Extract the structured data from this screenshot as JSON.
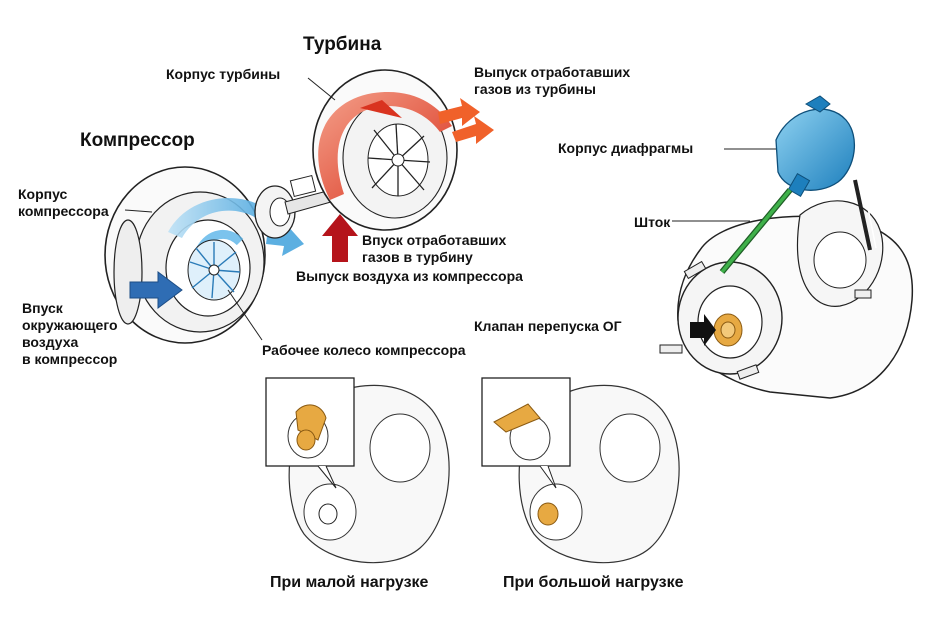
{
  "titles": {
    "turbine": "Турбина",
    "compressor": "Компрессор"
  },
  "labels": {
    "turbine_housing": "Корпус турбины",
    "turbine_exhaust": "Выпуск отработавших\nгазов из турбины",
    "diaphragm_housing": "Корпус диафрагмы",
    "compressor_housing": "Корпус\nкомпрессора",
    "rod": "Шток",
    "exhaust_inlet": "Впуск отработавших\nгазов в турбину",
    "compressor_outlet": "Выпуск воздуха из компрессора",
    "ambient_inlet": "Впуск\nокружающего\nвоздуха\nв компрессор",
    "wastegate_valve": "Клапан перепуска ОГ",
    "compressor_wheel": "Рабочее колесо компрессора"
  },
  "captions": {
    "low_load": "При малой нагрузке",
    "high_load": "При большой нагрузке"
  },
  "colors": {
    "turbine_flow": "#d9331f",
    "exhaust_arrow": "#f0612a",
    "inlet_arrow": "#b5141b",
    "compressor_flow": "#5ab4e8",
    "air_inlet_arrow": "#2f6db4",
    "diaphragm": "#3aa7dc",
    "rod": "#2e9c3a",
    "valve": "#e7a942",
    "line": "#222222"
  }
}
